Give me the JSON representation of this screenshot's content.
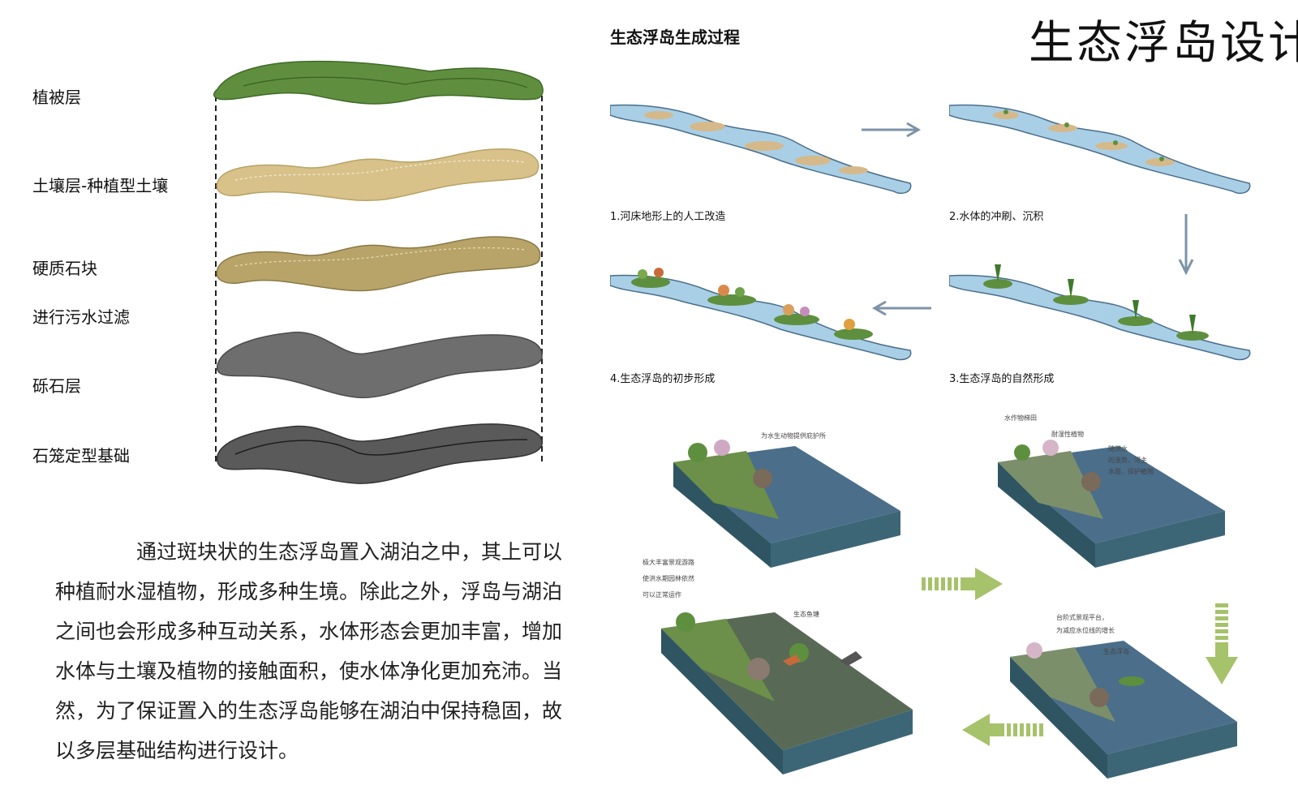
{
  "title": "生态浮岛设计",
  "process": {
    "title": "生态浮岛生成过程",
    "steps": [
      {
        "label": "1.河床地形上的人工改造"
      },
      {
        "label": "2.水体的冲刷、沉积"
      },
      {
        "label": "3.生态浮岛的自然形成"
      },
      {
        "label": "4.生态浮岛的初步形成"
      }
    ]
  },
  "layers": [
    {
      "label": "植被层",
      "color": "#5f8f3e"
    },
    {
      "label": "土壤层-种植型土壤",
      "color": "#d8c28a"
    },
    {
      "label": "硬质石块",
      "color": "#b8a468"
    },
    {
      "label": "进行污水过滤",
      "color": ""
    },
    {
      "label": "砾石层",
      "color": "#6e6e6e"
    },
    {
      "label": "石笼定型基础",
      "color": "#5a5a5a"
    }
  ],
  "description": [
    "通过斑块状的生态浮岛置入湖泊之中，其上可以",
    "种植耐水湿植物，形成多种生境。除此之外，浮岛与湖泊",
    "之间也会形成多种互动关系，水体形态会更加丰富，增加",
    "水体与土壤及植物的接触面积，使水体净化更加充沛。当",
    "然，为了保证置入的生态浮岛能够在湖泊中保持稳固，故",
    "以多层基础结构进行设计。"
  ],
  "annotations": {
    "block1": [
      "为水生动物提供庇护所"
    ],
    "block2": [
      "水作物梯田",
      "耐湿性植物",
      "随洪水",
      "的涨势、河主",
      "水面、保护植物"
    ],
    "block3": [
      "极大丰富景观游路",
      "使洪水期园林依然",
      "可以正常运作",
      "生态鱼塘"
    ],
    "block4": [
      "台阶式景观平台，",
      "为减应水位线的增长",
      "生态浮岛"
    ]
  },
  "colors": {
    "water": "#a9cfe6",
    "sand": "#d5b98a",
    "grass": "#5e8f3e",
    "arrow_gray": "#7d93a8",
    "arrow_green": "#a6c26a",
    "block_side": "#2f5563",
    "block_top": "#4b6e8a"
  }
}
